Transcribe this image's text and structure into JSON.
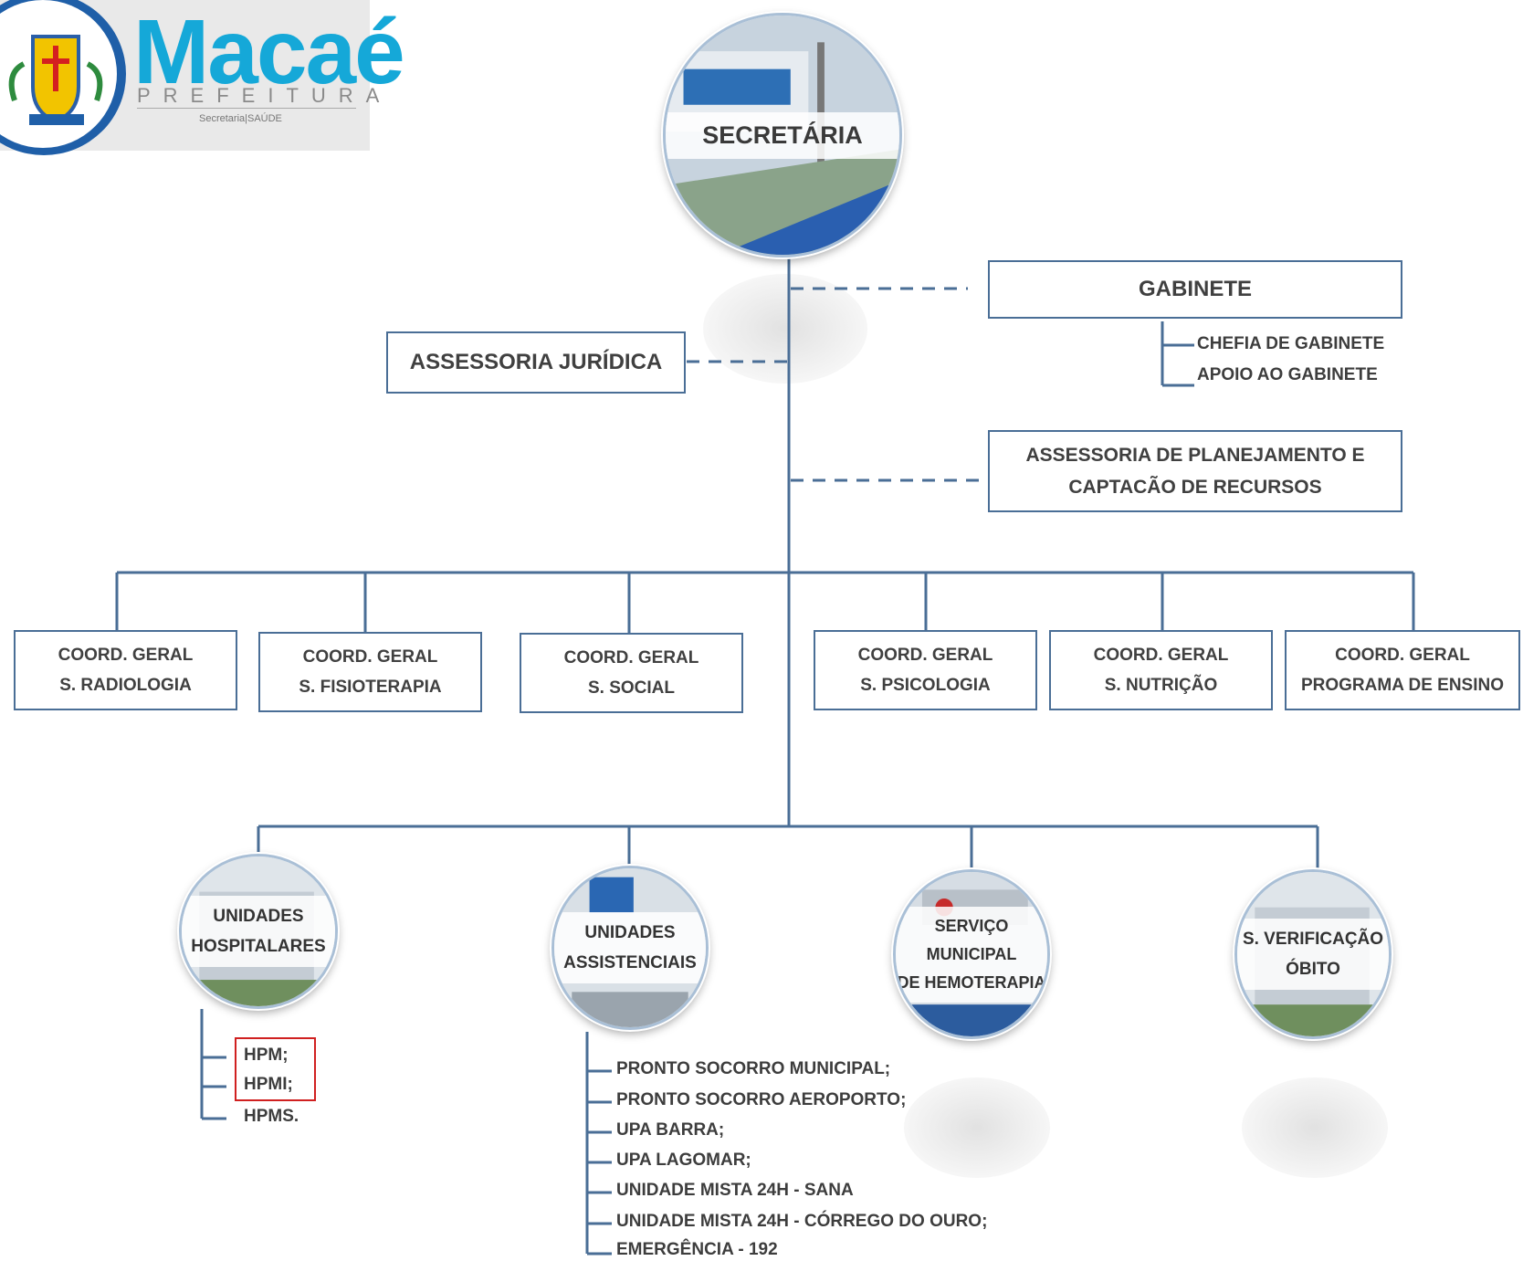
{
  "logo": {
    "name": "Macaé",
    "subtitle": "PREFEITURA",
    "department": "Secretaria|SAÚDE"
  },
  "top": {
    "label": "SECRETÁRIA"
  },
  "gabinete": {
    "title": "GABINETE",
    "items": [
      "CHEFIA DE GABINETE",
      "APOIO AO GABINETE"
    ]
  },
  "juridica": {
    "title": "ASSESSORIA JURÍDICA"
  },
  "planejamento": {
    "line1": "ASSESSORIA DE PLANEJAMENTO  E",
    "line2": "CAPTACÃO DE RECURSOS"
  },
  "coords": [
    {
      "line1": "COORD. GERAL",
      "line2": "S. RADIOLOGIA"
    },
    {
      "line1": "COORD. GERAL",
      "line2": "S. FISIOTERAPIA"
    },
    {
      "line1": "COORD. GERAL",
      "line2": "S. SOCIAL"
    },
    {
      "line1": "COORD. GERAL",
      "line2": "S. PSICOLOGIA"
    },
    {
      "line1": "COORD. GERAL",
      "line2": "S. NUTRIÇÃO"
    },
    {
      "line1": "COORD. GERAL",
      "line2": "PROGRAMA DE ENSINO"
    }
  ],
  "units": [
    {
      "line1": "UNIDADES",
      "line2": "HOSPITALARES"
    },
    {
      "line1": "UNIDADES",
      "line2": "ASSISTENCIAIS"
    },
    {
      "line1": "SERVIÇO MUNICIPAL",
      "line2": "DE HEMOTERAPIA"
    },
    {
      "line1": "S. VERIFICAÇÃO",
      "line2": "ÓBITO"
    }
  ],
  "hospitalares": [
    "HPM;",
    "HPMI;",
    "HPMS."
  ],
  "assistenciais": [
    "PRONTO SOCORRO MUNICIPAL;",
    "PRONTO SOCORRO AEROPORTO;",
    "UPA BARRA;",
    "UPA LAGOMAR;",
    "UNIDADE MISTA 24H - SANA",
    "UNIDADE MISTA 24H  - CÓRREGO DO OURO;",
    "EMERGÊNCIA - 192"
  ],
  "colors": {
    "line": "#4a6e96",
    "highlight": "#d02020",
    "brand": "#15a8d8"
  }
}
